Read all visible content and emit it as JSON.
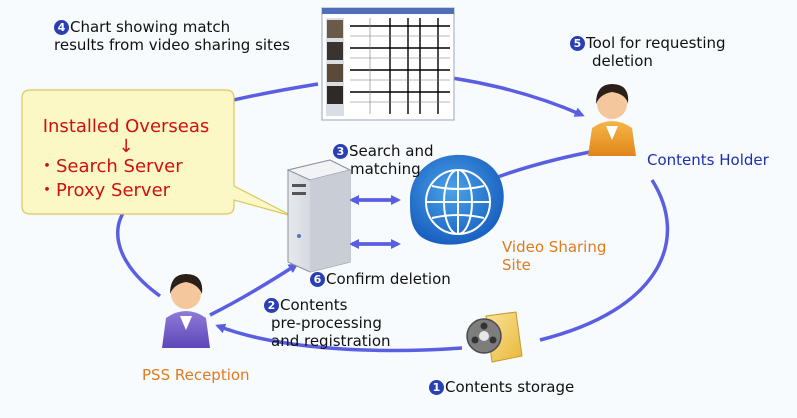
{
  "callout": {
    "title": "Installed Overseas",
    "arrow": "↓",
    "items": [
      "・Search Server",
      "・Proxy Server"
    ]
  },
  "steps": {
    "step1": {
      "num": "1",
      "text": "Contents storage"
    },
    "step2": {
      "num": "2",
      "lines": [
        "Contents",
        "pre-processing",
        "and registration"
      ]
    },
    "step3": {
      "num": "3",
      "lines": [
        "Search and",
        "matching"
      ]
    },
    "step4": {
      "num": "4",
      "lines": [
        "Chart showing match",
        "results from video sharing sites"
      ]
    },
    "step5": {
      "num": "5",
      "lines": [
        "Tool for requesting",
        "deletion"
      ]
    },
    "step6": {
      "num": "6",
      "text": "Confirm deletion"
    }
  },
  "actors": {
    "contents_holder": "Contents Holder",
    "pss_reception": "PSS Reception",
    "video_site": [
      "Video Sharing",
      "Site"
    ]
  },
  "colors": {
    "cycle_arrow": "#5a5ee0",
    "callout_fill": "#fbf8c6",
    "callout_text": "#d01010",
    "step_number_bg": "#2a3fb3",
    "video_site_label": "#e07a1f",
    "holder_label": "#1b2fb0"
  },
  "icons": {
    "server": "server-tower-icon",
    "globe": "globe-icon",
    "holder": "person-icon",
    "reception": "person-icon",
    "storage": "film-reel-folder-icon",
    "chart": "results-chart-thumbnail"
  }
}
